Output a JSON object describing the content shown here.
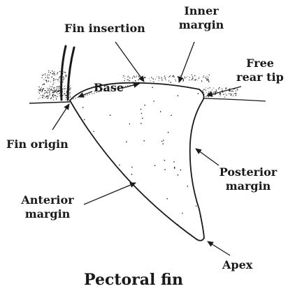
{
  "labels": {
    "fin_insertion": "Fin insertion",
    "inner_margin": [
      "Inner",
      "margin"
    ],
    "free_rear_tip": [
      "Free",
      "rear tip"
    ],
    "base": "Base",
    "fin_origin": "Fin origin",
    "posterior_margin": [
      "Posterior",
      "margin"
    ],
    "anterior_margin": [
      "Anterior",
      "margin"
    ],
    "apex": "Apex"
  },
  "title": "Pectoral fin",
  "colors": {
    "ink": "#1a1a1a",
    "background": "#ffffff"
  }
}
